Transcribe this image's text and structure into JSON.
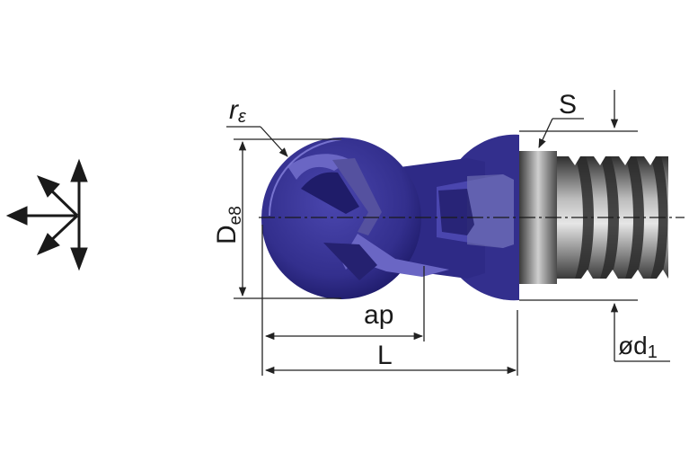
{
  "labels": {
    "corner_radius": "r",
    "corner_radius_sub": "ε",
    "diameter": "D",
    "diameter_sub": "e8",
    "thread": "S",
    "cut_depth": "a",
    "cut_depth_sub": "p",
    "length": "L",
    "shank_diameter": "ød",
    "shank_diameter_sub": "1"
  },
  "colors": {
    "head": "#35318f",
    "head_dark": "#201c68",
    "head_light": "#6a66c4",
    "steel_dark": "#3a3a3a",
    "steel_light": "#d8d8d8",
    "line": "#222222"
  },
  "icons": [
    "feed-directions-icon"
  ]
}
